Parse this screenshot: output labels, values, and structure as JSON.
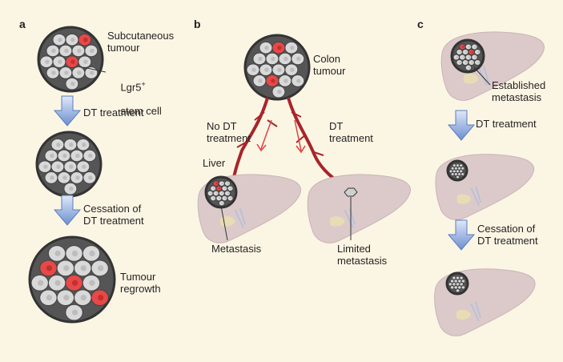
{
  "panels": {
    "a": {
      "letter": "a",
      "tumour_label": "Subcutaneous\ntumour",
      "stem_label": "Lgr5",
      "stem_sup": "+",
      "stem_label2": "stem cell",
      "step1": "DT treatment",
      "step2": "Cessation of\nDT treatment",
      "result": "Tumour\nregrowth"
    },
    "b": {
      "letter": "b",
      "tumour_label": "Colon\ntumour",
      "left_branch": "No DT\ntreatment",
      "right_branch": "DT\ntreatment",
      "organ_label": "Liver",
      "left_result": "Metastasis",
      "right_result": "Limited\nmetastasis"
    },
    "c": {
      "letter": "c",
      "start_label": "Established\nmetastasis",
      "step1": "DT treatment",
      "step2": "Cessation of\nDT treatment"
    }
  },
  "colors": {
    "background": "#fbf6e4",
    "cell": "#d9d9d9",
    "stem_cell": "#e84848",
    "liver": "#dccaca",
    "vessel": "#a8252a",
    "arrow": "#7a9bd6"
  }
}
